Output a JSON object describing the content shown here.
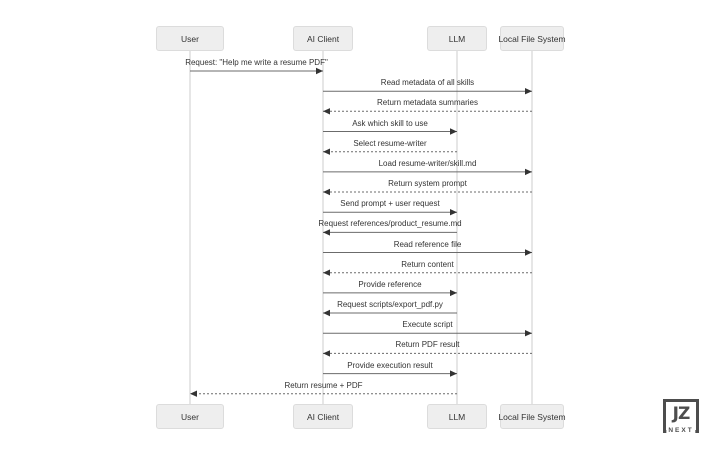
{
  "diagram": {
    "participants": [
      {
        "id": "user",
        "label": "User"
      },
      {
        "id": "ai-client",
        "label": "AI Client"
      },
      {
        "id": "llm",
        "label": "LLM"
      },
      {
        "id": "lfs",
        "label": "Local File System"
      }
    ],
    "messages": [
      {
        "text": "Request: \"Help me write a resume PDF\"",
        "from": "user",
        "to": "ai-client",
        "line": "solid"
      },
      {
        "text": "Read metadata of all skills",
        "from": "ai-client",
        "to": "lfs",
        "line": "solid"
      },
      {
        "text": "Return metadata summaries",
        "from": "lfs",
        "to": "ai-client",
        "line": "dashed"
      },
      {
        "text": "Ask which skill to use",
        "from": "ai-client",
        "to": "llm",
        "line": "solid"
      },
      {
        "text": "Select resume-writer",
        "from": "llm",
        "to": "ai-client",
        "line": "dashed"
      },
      {
        "text": "Load resume-writer/skill.md",
        "from": "ai-client",
        "to": "lfs",
        "line": "solid"
      },
      {
        "text": "Return system prompt",
        "from": "lfs",
        "to": "ai-client",
        "line": "dashed"
      },
      {
        "text": "Send prompt + user request",
        "from": "ai-client",
        "to": "llm",
        "line": "solid"
      },
      {
        "text": "Request references/product_resume.md",
        "from": "llm",
        "to": "ai-client",
        "line": "solid"
      },
      {
        "text": "Read reference file",
        "from": "ai-client",
        "to": "lfs",
        "line": "solid"
      },
      {
        "text": "Return content",
        "from": "lfs",
        "to": "ai-client",
        "line": "dashed"
      },
      {
        "text": "Provide reference",
        "from": "ai-client",
        "to": "llm",
        "line": "solid"
      },
      {
        "text": "Request scripts/export_pdf.py",
        "from": "llm",
        "to": "ai-client",
        "line": "solid"
      },
      {
        "text": "Execute script",
        "from": "ai-client",
        "to": "lfs",
        "line": "solid"
      },
      {
        "text": "Return PDF result",
        "from": "lfs",
        "to": "ai-client",
        "line": "dashed"
      },
      {
        "text": "Provide execution result",
        "from": "ai-client",
        "to": "llm",
        "line": "solid"
      },
      {
        "text": "Return resume + PDF",
        "from": "llm",
        "to": "user",
        "line": "dashed"
      }
    ],
    "colors": {
      "box_fill": "#eeeeee",
      "box_border": "#dcdcdc",
      "message_line": "#6b6b6b",
      "arrowhead": "#333333",
      "lifeline": "#cccccc",
      "text": "#333333"
    }
  },
  "logo": {
    "text": "JZ",
    "subtext": "NEXT"
  }
}
